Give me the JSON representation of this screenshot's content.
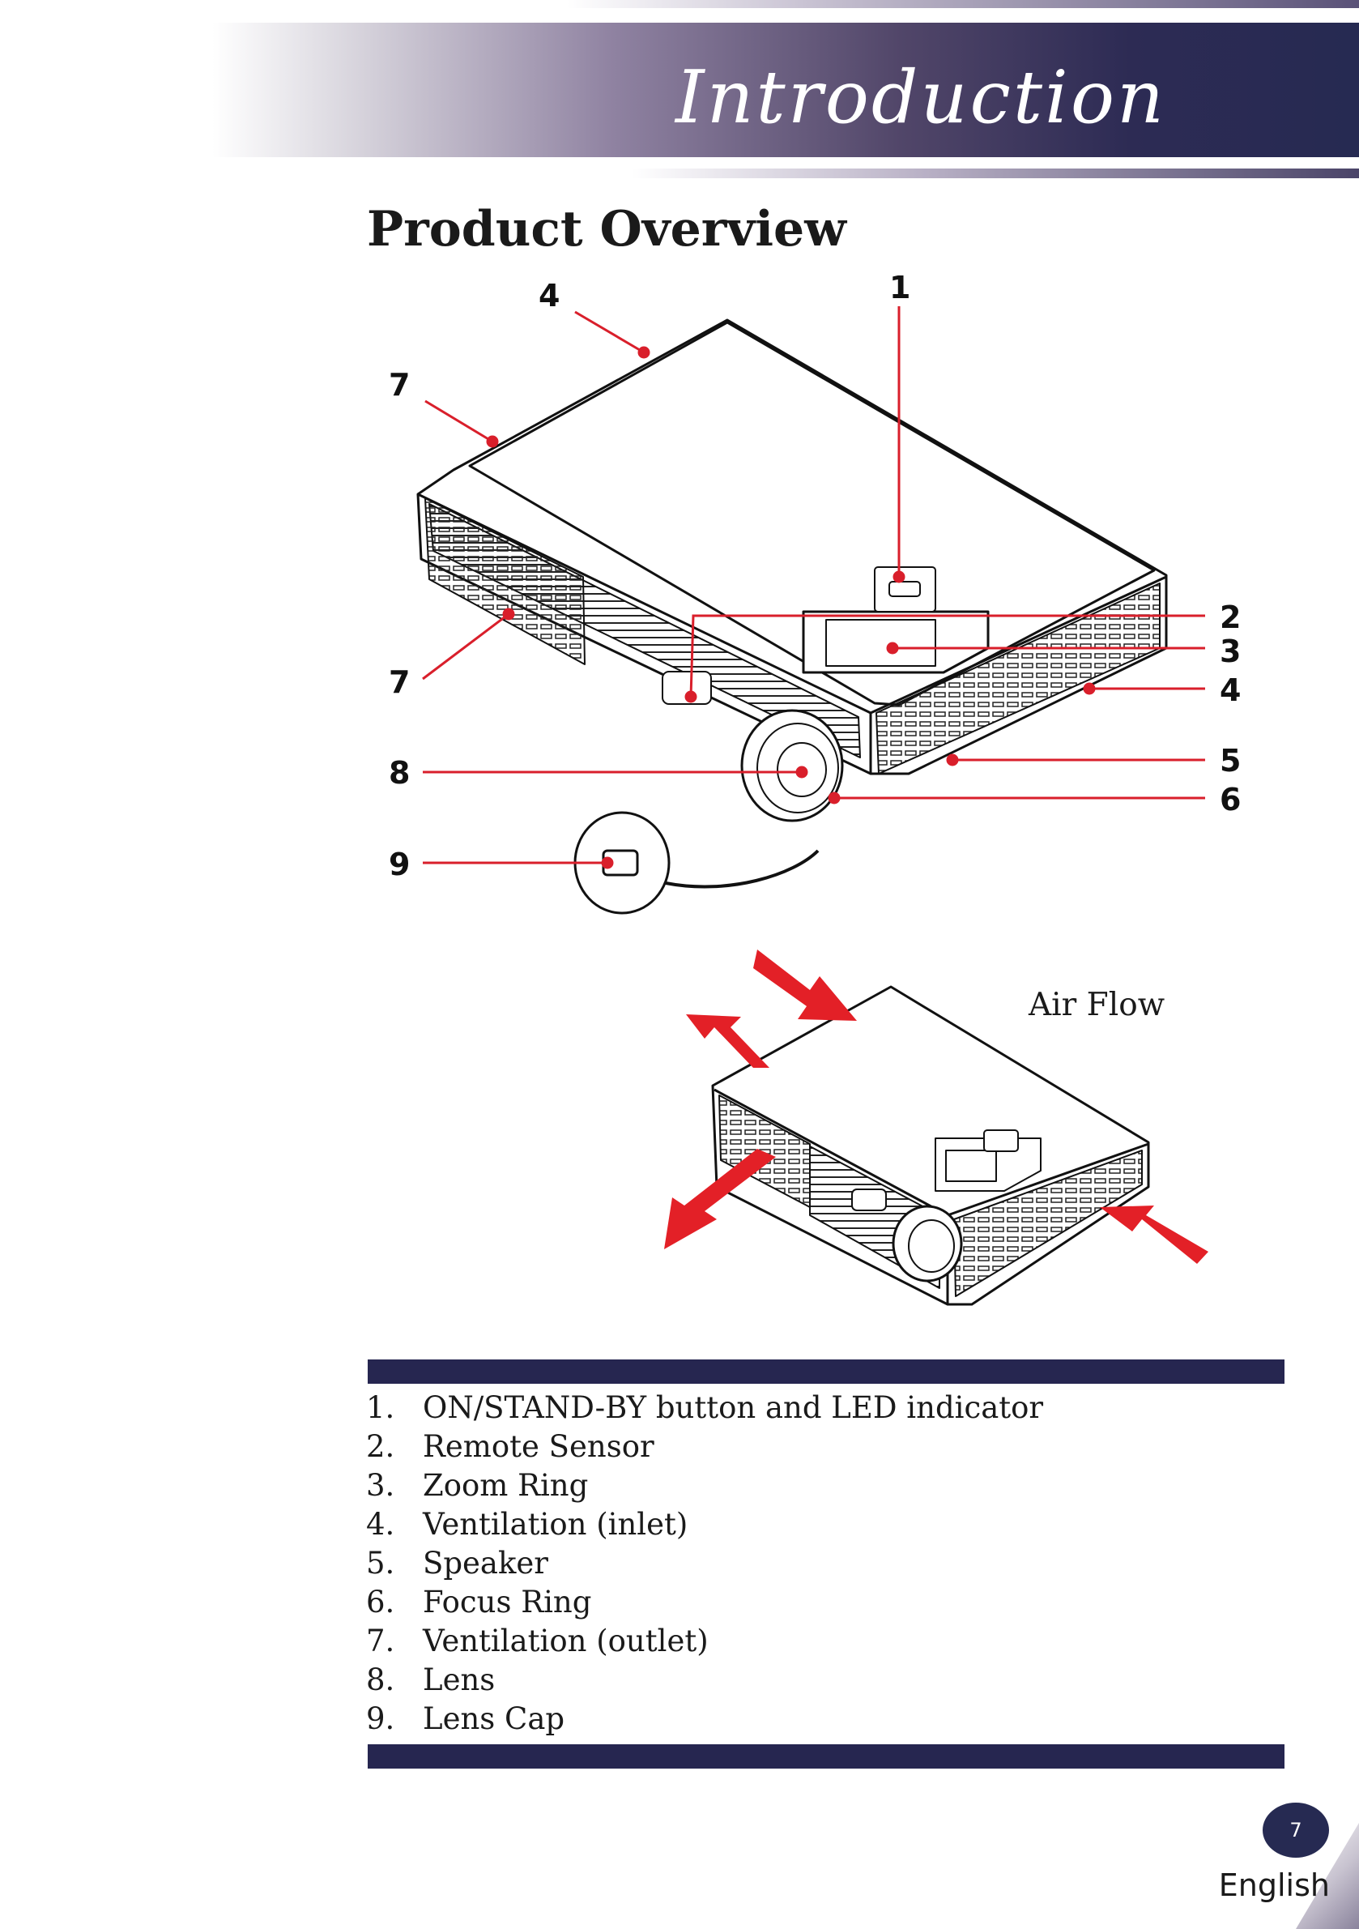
{
  "header": {
    "title": "Introduction"
  },
  "section_title": "Product Overview",
  "callouts": {
    "top_left_4": "4",
    "top_left_7": "7",
    "top_1": "1",
    "right_2": "2",
    "right_3": "3",
    "right_4": "4",
    "right_5": "5",
    "right_6": "6",
    "left_7": "7",
    "left_8": "8",
    "left_9": "9"
  },
  "airflow_label": "Air Flow",
  "parts": [
    {
      "num": "1.",
      "label": "ON/STAND-BY button and LED indicator"
    },
    {
      "num": "2.",
      "label": "Remote Sensor"
    },
    {
      "num": "3.",
      "label": "Zoom Ring"
    },
    {
      "num": "4.",
      "label": "Ventilation (inlet)"
    },
    {
      "num": "5.",
      "label": "Speaker"
    },
    {
      "num": "6.",
      "label": "Focus Ring"
    },
    {
      "num": "7.",
      "label": "Ventilation (outlet)"
    },
    {
      "num": "8.",
      "label": "Lens"
    },
    {
      "num": "9.",
      "label": "Lens Cap"
    }
  ],
  "footer": {
    "page_number": "7",
    "language": "English"
  },
  "colors": {
    "accent": "#262650",
    "callout_red": "#d91f2b",
    "arrow_red": "#e32027"
  }
}
